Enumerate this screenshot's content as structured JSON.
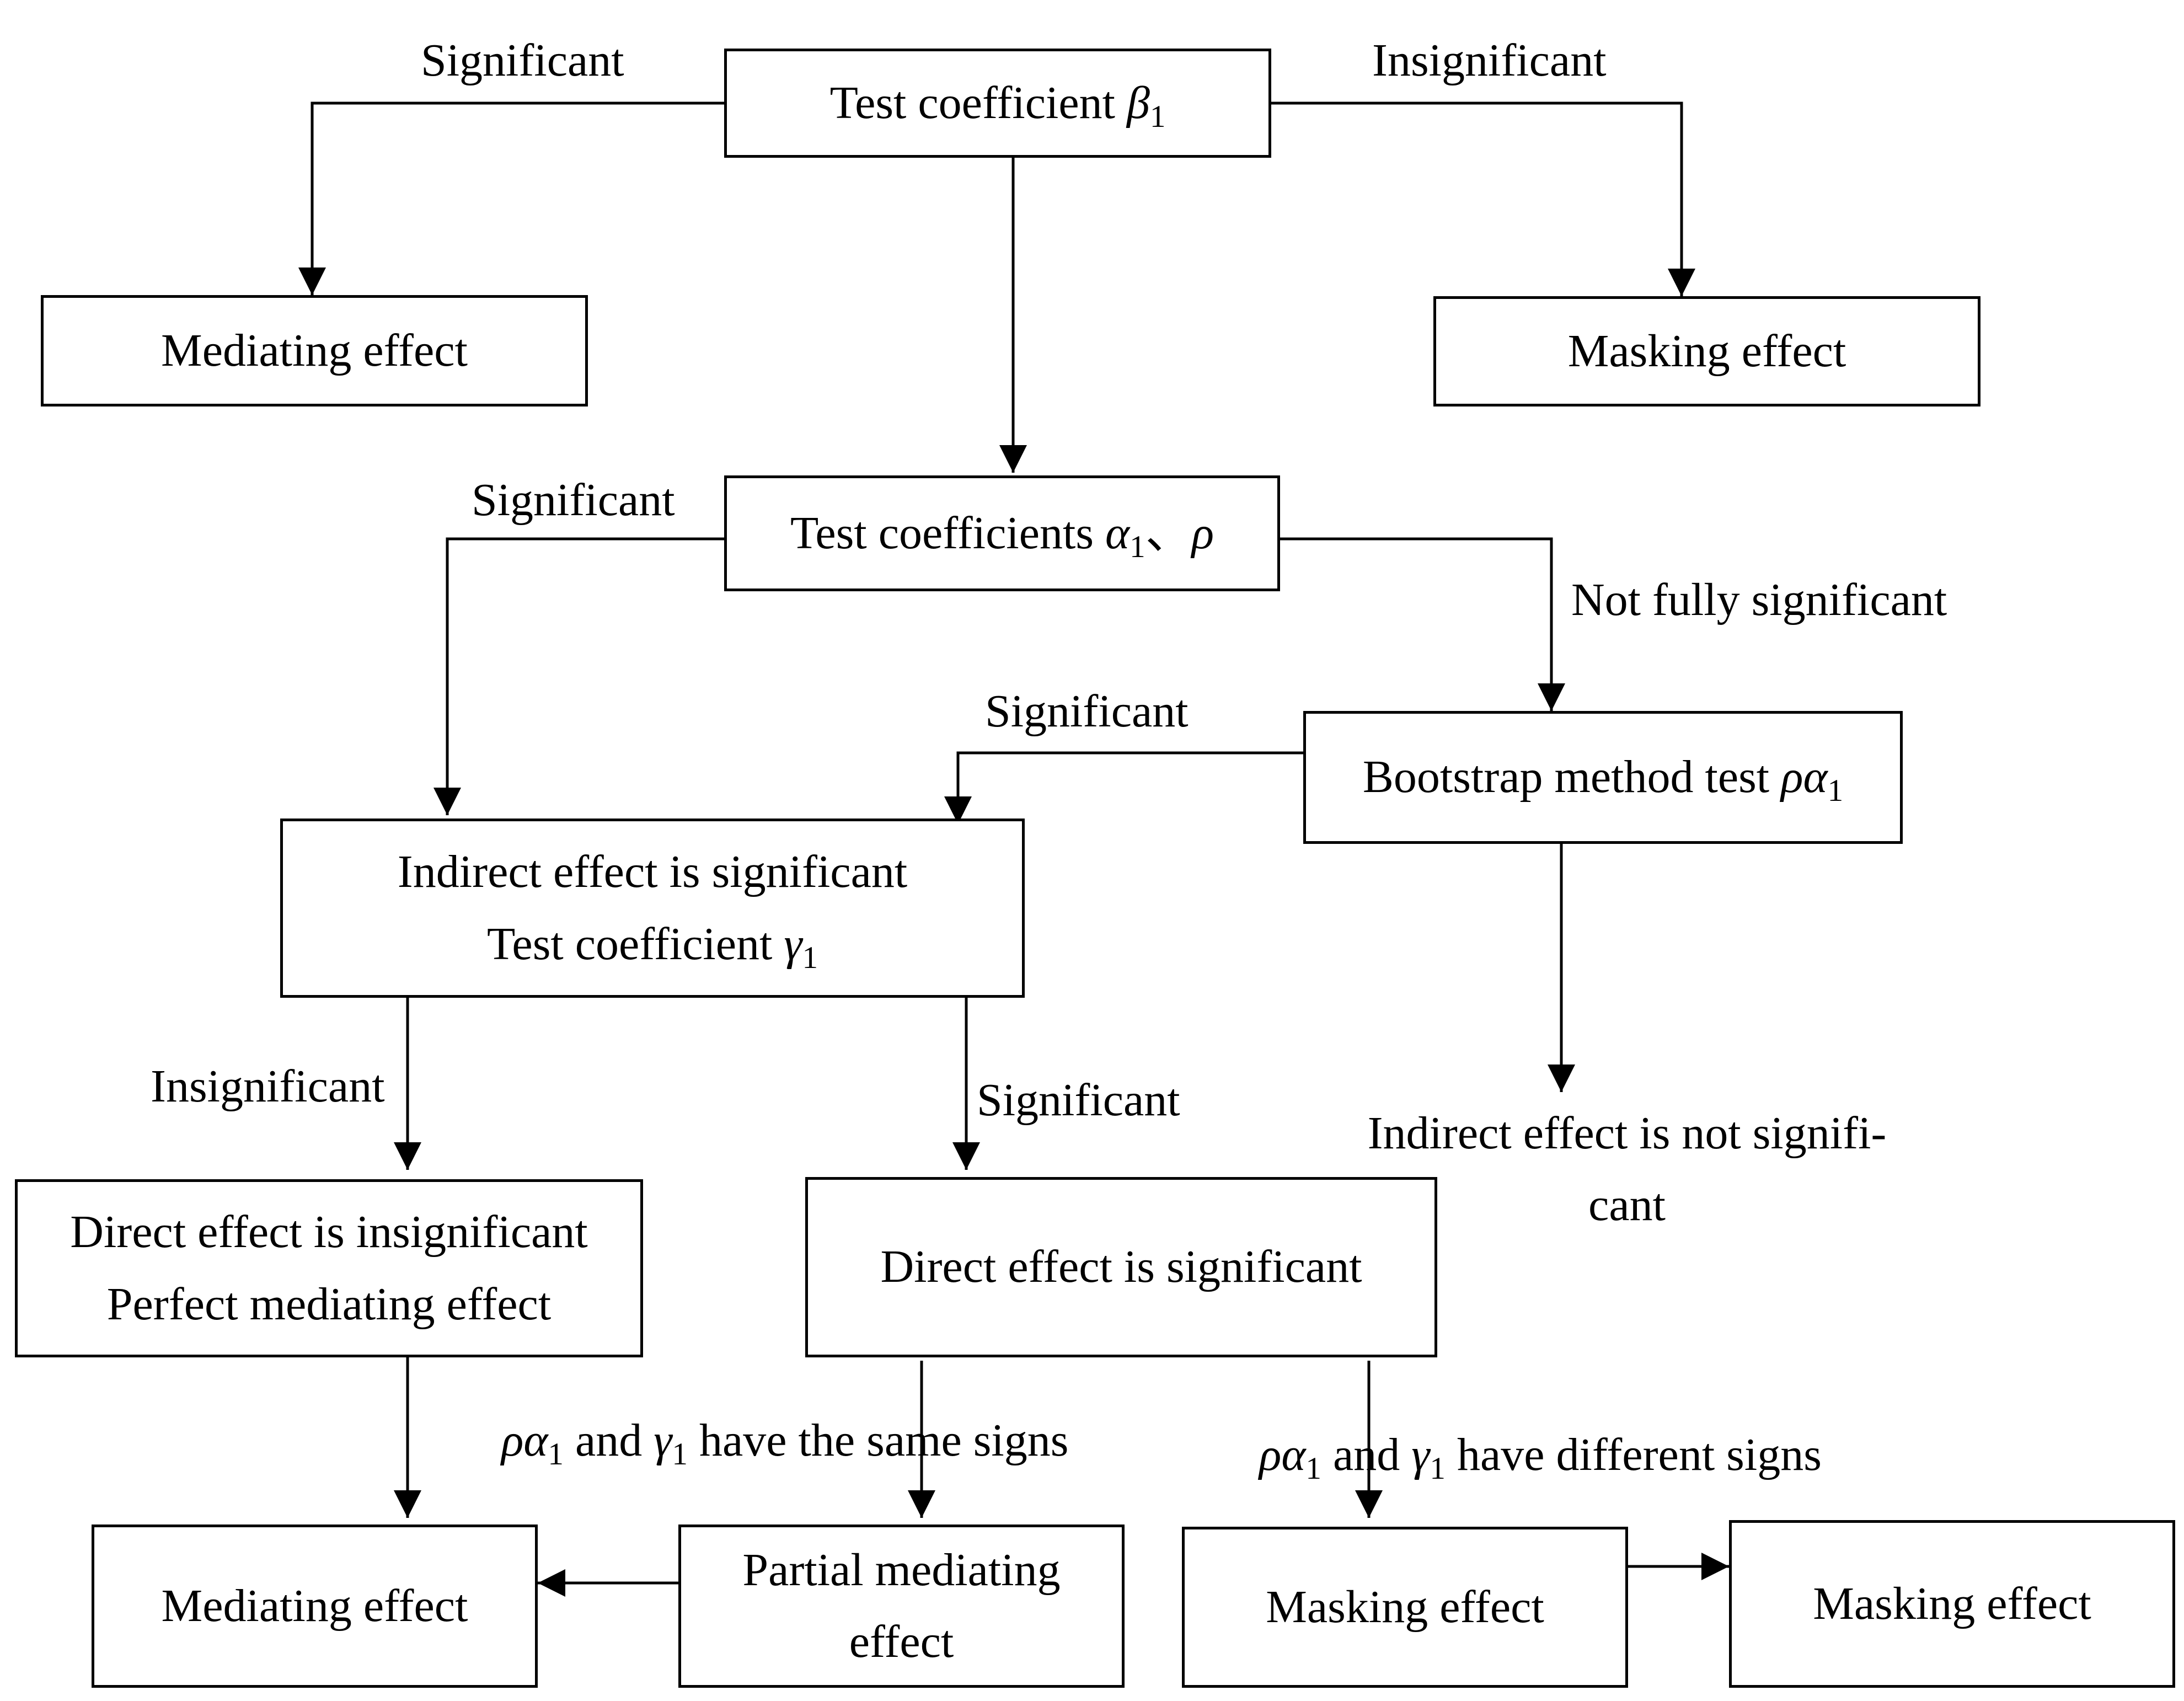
{
  "boxes": {
    "test_beta": {
      "text": "Test coefficient ",
      "sym": "β",
      "sub": "1"
    },
    "mediating_top": "Mediating effect",
    "masking_top": "Masking effect",
    "test_alpha_rho": {
      "text": "Test coefficients ",
      "sym1": "α",
      "sub1": "1",
      "sep": "、",
      "sym2": "ρ"
    },
    "bootstrap": {
      "text": "Bootstrap method test ",
      "sym": "ρα",
      "sub": "1"
    },
    "indirect_sig": {
      "line1": "Indirect effect is significant",
      "line2": "Test coefficient ",
      "sym": "γ",
      "sub": "1"
    },
    "indirect_not_sig": {
      "line1": "Indirect effect is not signifi-",
      "line2": "cant"
    },
    "direct_insig": {
      "line1": "Direct effect is insignificant",
      "line2": "Perfect mediating effect"
    },
    "direct_sig": "Direct effect is significant",
    "mediating_bottom": "Mediating effect",
    "partial_mediating": {
      "line1": "Partial mediating",
      "line2": "effect"
    },
    "masking_bottom_left": "Masking effect",
    "masking_bottom_right": "Masking effect"
  },
  "labels": {
    "sig_top_left": "Significant",
    "insig_top_right": "Insignificant",
    "sig_mid_left": "Significant",
    "not_fully_sig": "Not fully significant",
    "sig_bootstrap": "Significant",
    "insig_left": "Insignificant",
    "sig_center": "Significant",
    "same_signs": {
      "sym1": "ρα",
      "sub1": "1",
      "mid": " and ",
      "sym2": "γ",
      "sub2": "1",
      "tail": " have the same signs"
    },
    "diff_signs": {
      "sym1": "ρα",
      "sub1": "1",
      "mid": " and ",
      "sym2": "γ",
      "sub2": "1",
      "tail": " have different signs"
    }
  }
}
